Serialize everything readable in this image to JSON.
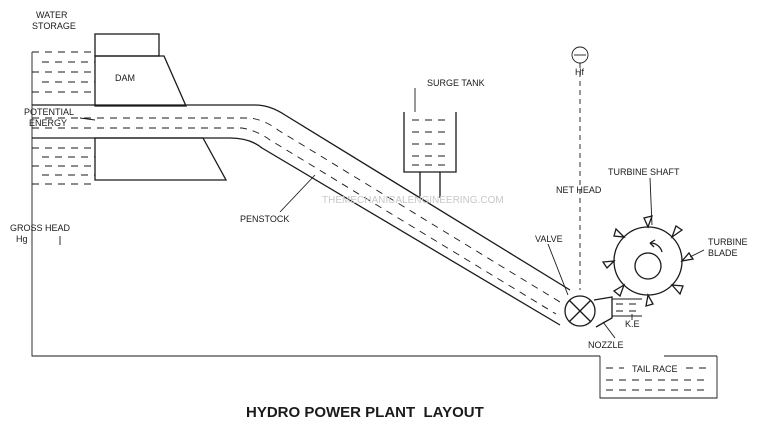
{
  "title": "HYDRO POWER PLANT  LAYOUT",
  "watermark": "THEMECHANICALENGINEERING.COM",
  "labels": {
    "water_storage_1": "WATER",
    "water_storage_2": "STORAGE",
    "dam": "DAM",
    "potential_1": "POTENTIAL",
    "potential_2": "ENERGY",
    "surge_tank": "SURGE TANK",
    "hf": "Hf",
    "net_head": "NET HEAD",
    "turbine_shaft": "TURBINE SHAFT",
    "penstock": "PENSTOCK",
    "gross_1": "GROSS HEAD",
    "gross_2": "Hg",
    "valve": "VALVE",
    "turbine_blade_1": "TURBINE",
    "turbine_blade_2": "BLADE",
    "ke": "K.E",
    "nozzle": "NOZZLE",
    "tail_race": "TAIL RACE"
  }
}
